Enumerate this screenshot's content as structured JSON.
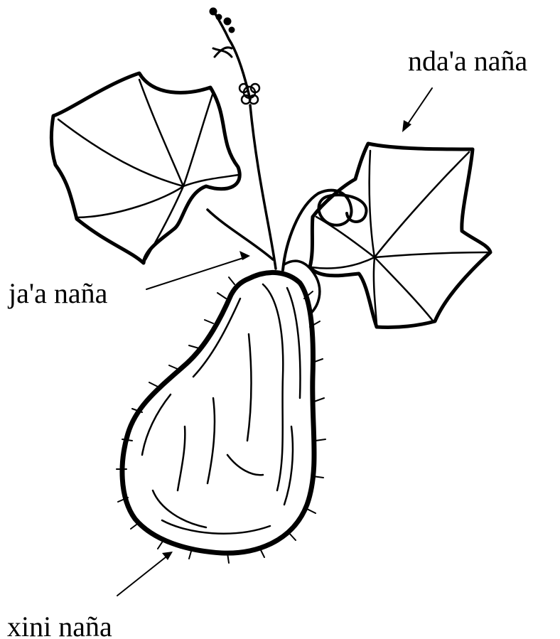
{
  "labels": {
    "leaf": "nda'a naña",
    "stem": "ja'a naña",
    "fruit": "xini naña"
  },
  "colors": {
    "ink": "#000000",
    "paper": "#ffffff"
  }
}
